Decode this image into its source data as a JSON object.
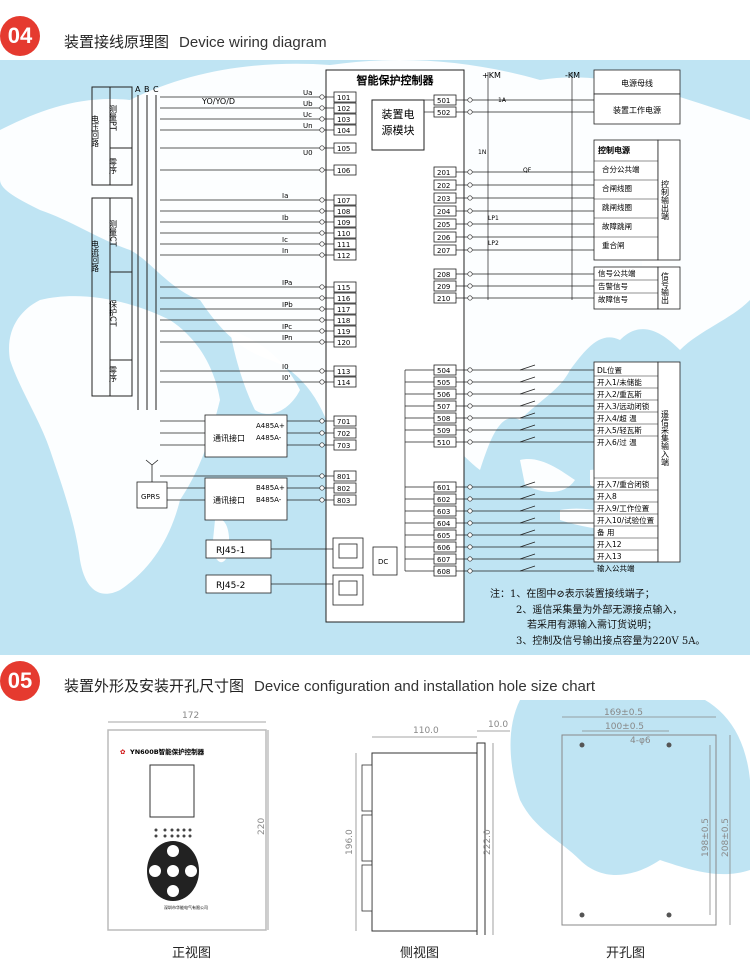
{
  "sections": [
    {
      "number": "04",
      "title_cn": "装置接线原理图",
      "title_en": "Device wiring diagram"
    },
    {
      "number": "05",
      "title_cn": "装置外形及安装开孔尺寸图",
      "title_en": "Device configuration and installation hole size chart"
    }
  ],
  "wiring": {
    "controller_title": "智能保护控制器",
    "power_module": [
      "装置电",
      "源模块"
    ],
    "plus_km": "+KM",
    "minus_km": "-KM",
    "bus_labels": [
      "A",
      "B",
      "C"
    ],
    "vt_label": "YO/YO/D",
    "left_groups": [
      {
        "main": "电压回路",
        "sub1": "测量PT",
        "sub2": "零序"
      },
      {
        "main": "电流回路",
        "sub1": "测量CT",
        "sub2": "保护CT",
        "sub3": "零序"
      }
    ],
    "signal_labels": [
      "Ua",
      "Ub",
      "Uc",
      "Un",
      "U0",
      "Ia",
      "Ib",
      "Ic",
      "In",
      "IPa",
      "IPb",
      "IPc",
      "IPn",
      "I0",
      "I0'"
    ],
    "terminals_left": [
      "101",
      "102",
      "103",
      "104",
      "105",
      "106",
      "107",
      "108",
      "109",
      "110",
      "111",
      "112",
      "115",
      "116",
      "117",
      "118",
      "119",
      "120",
      "113",
      "114",
      "701",
      "702",
      "703",
      "801",
      "802",
      "803"
    ],
    "terminals_right_top": [
      "501",
      "502",
      "201",
      "202",
      "203",
      "204",
      "205",
      "206",
      "207",
      "208",
      "209",
      "210"
    ],
    "terminals_right_bottom": [
      "504",
      "505",
      "506",
      "507",
      "508",
      "509",
      "510",
      "601",
      "602",
      "603",
      "604",
      "605",
      "606",
      "607",
      "608"
    ],
    "comm1": {
      "label": "通讯接口",
      "a": "A485A+",
      "b": "A485A-"
    },
    "comm2": {
      "label": "通讯接口",
      "a": "B485A+",
      "b": "B485A-"
    },
    "gprs": "GPRS",
    "rj45": [
      "RJ45-1",
      "RJ45-2"
    ],
    "dc": "DC",
    "small_labels": [
      "1A",
      "1N",
      "QF",
      "LP1",
      "LP2"
    ],
    "right_top": [
      {
        "text": "电源母线"
      },
      {
        "text": "装置工作电源"
      }
    ],
    "control_power_header": "控制电源",
    "control_items": [
      "合分公共端",
      "合闸线圈",
      "跳闸线圈",
      "故障跳闸",
      "重合闸"
    ],
    "control_side": "控制输出端",
    "signal_items": [
      "信号公共端",
      "告警信号",
      "故障信号"
    ],
    "signal_side": "信号输出",
    "input_items_a": [
      "DL位置",
      "开入1/未储能",
      "开入2/重瓦斯",
      "开入3/远动闭锁",
      "开入4/超  温",
      "开入5/轻瓦斯",
      "开入6/过  温"
    ],
    "input_items_b": [
      "开入7/重合闭锁",
      "开入8",
      "开入9/工作位置",
      "开入10/试验位置",
      "备    用",
      "开入12",
      "开入13",
      "输入公共端"
    ],
    "input_side": "遥信采集输入端"
  },
  "notes": [
    "注：1、在图中⊘表示装置接线端子；",
    "2、遥信采集量为外部无源接点输入，",
    "若采用有源输入需订货说明；",
    "3、控制及信号输出接点容量为220V  5A。"
  ],
  "dimensions": {
    "front": {
      "width": "172",
      "height": "220",
      "model": "YN600B智能保护控制器",
      "maker": "深圳市华能电气有限公司",
      "caption": "正视图"
    },
    "side": {
      "depth": "110.0",
      "flange": "10.0",
      "body_h": "196.0",
      "total_h": "222.0",
      "caption": "侧视图"
    },
    "cutout": {
      "w_outer": "169±0.5",
      "w_inner": "100±0.5",
      "holes": "4-φ6",
      "h_inner": "198±0.5",
      "h_outer": "208±0.5",
      "caption": "开孔图"
    }
  },
  "colors": {
    "accent": "#e53a2f",
    "map_land": "#ffffff",
    "map_sea": "#bfe4f3",
    "line": "#222222",
    "dim_line": "#888888"
  }
}
